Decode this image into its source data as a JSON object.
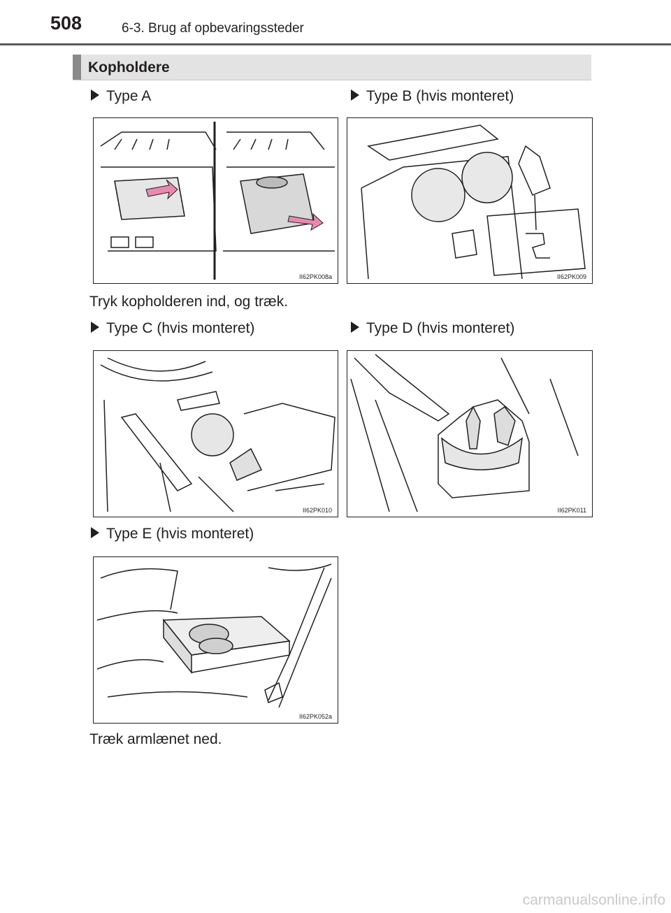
{
  "header": {
    "page_number": "508",
    "chapter": "6-3. Brug af opbevaringssteder"
  },
  "section": {
    "title": "Kopholdere"
  },
  "types": [
    {
      "heading": "Type A",
      "figure_code": "II62PK008a"
    },
    {
      "heading": "Type B (hvis monteret)",
      "figure_code": "II62PK009"
    },
    {
      "heading": "Type C (hvis monteret)",
      "figure_code": "II62PK010"
    },
    {
      "heading": "Type D (hvis monteret)",
      "figure_code": "II62PK011"
    },
    {
      "heading": "Type E (hvis monteret)",
      "figure_code": "II62PK052a"
    }
  ],
  "instructions": {
    "type_a": "Tryk kopholderen ind, og træk.",
    "type_e": "Træk armlænet ned."
  },
  "footer": {
    "watermark": "carmanualsonline.info"
  }
}
